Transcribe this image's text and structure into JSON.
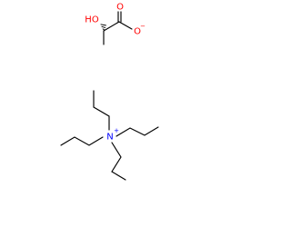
{
  "structure": {
    "lactate": {
      "hydroxyl_label": "HO",
      "carbonyl_oxygen_label": "O",
      "anion_oxygen_label": "O",
      "anion_charge": "−"
    },
    "ammonium": {
      "nitrogen_label": "N",
      "nitrogen_charge": "+"
    }
  },
  "colors": {
    "bond": "#000000",
    "oxygen": "#ff0000",
    "nitrogen": "#0000ff"
  }
}
